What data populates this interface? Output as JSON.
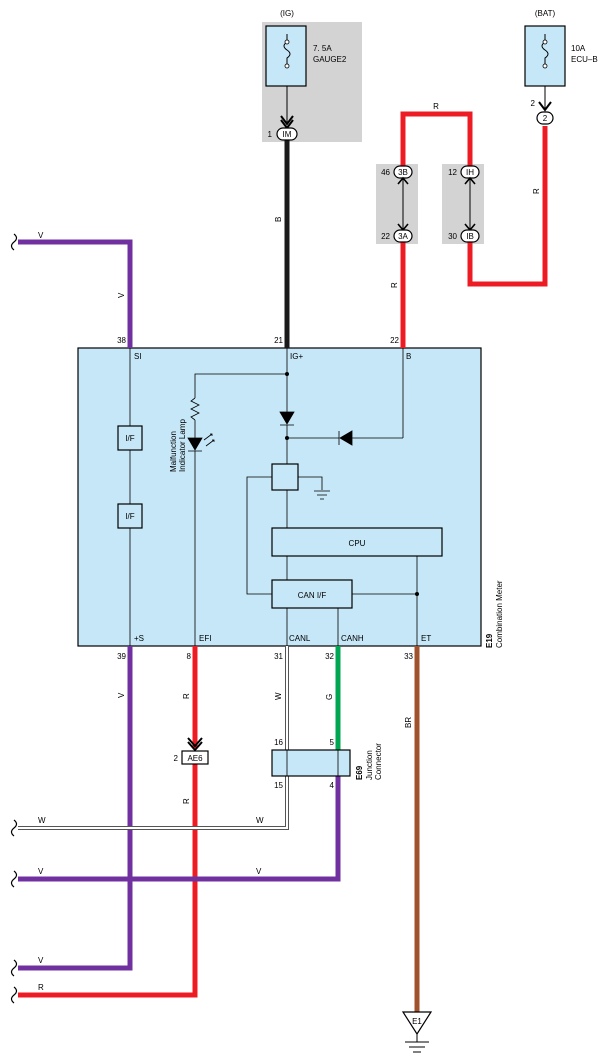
{
  "colors": {
    "wire_V": "#7030a0",
    "wire_R": "#ed1c24",
    "wire_B": "#1a1a1a",
    "wire_G": "#00a651",
    "wire_BR": "#a0522d",
    "wire_W": "#ffffff",
    "component_fill": "#c6e7f7",
    "connector_shade": "#d3d3d3"
  },
  "fuses": {
    "ig": {
      "supply": "(IG)",
      "rating": "7. 5A",
      "name": "GAUGE2"
    },
    "bat": {
      "supply": "(BAT)",
      "rating": "10A",
      "name": "ECU–B"
    }
  },
  "connectors": {
    "im": {
      "pin": "1",
      "label": "IM"
    },
    "bat2": {
      "pin": "2",
      "label": "2"
    },
    "c3b": {
      "pin": "46",
      "label": "3B"
    },
    "c3a": {
      "pin": "22",
      "label": "3A"
    },
    "cih": {
      "pin": "12",
      "label": "IH"
    },
    "cib": {
      "pin": "30",
      "label": "IB"
    },
    "ae6": {
      "pin": "2",
      "label": "AE6"
    }
  },
  "wires": {
    "v_top": "V",
    "v_si": "V",
    "b_ig": "B",
    "r_top": "R",
    "r_bat": "R",
    "r_b": "R",
    "r_efi": "R",
    "r_bottom": "R",
    "v_plus_s": "V",
    "w_canl": "W",
    "g_canh": "G",
    "br_et": "BR",
    "w_left": "W",
    "w_mid": "W",
    "v_left": "V",
    "v_mid": "V",
    "v_bottom": "V",
    "r_left": "R"
  },
  "meter": {
    "code": "E19",
    "name": "Combination Meter",
    "pins_top": {
      "si": "38",
      "ig": "21",
      "b": "22"
    },
    "terms_top": {
      "si": "SI",
      "ig": "IG+",
      "b": "B"
    },
    "pins_bottom": {
      "plus_s": "39",
      "efi": "8",
      "canl": "31",
      "canh": "32",
      "et": "33"
    },
    "terms_bottom": {
      "plus_s": "+S",
      "efi": "EFI",
      "canl": "CANL",
      "canh": "CANH",
      "et": "ET"
    },
    "if1": "I/F",
    "if2": "I/F",
    "lamp_line1": "Malfunction",
    "lamp_line2": "Indicator Lamp",
    "cpu": "CPU",
    "can_if": "CAN I/F"
  },
  "junction": {
    "code": "E69",
    "line1": "Junction",
    "line2": "Connector",
    "pins": {
      "p16": "16",
      "p5": "5",
      "p15": "15",
      "p4": "4"
    }
  },
  "ground": {
    "label": "E1"
  }
}
